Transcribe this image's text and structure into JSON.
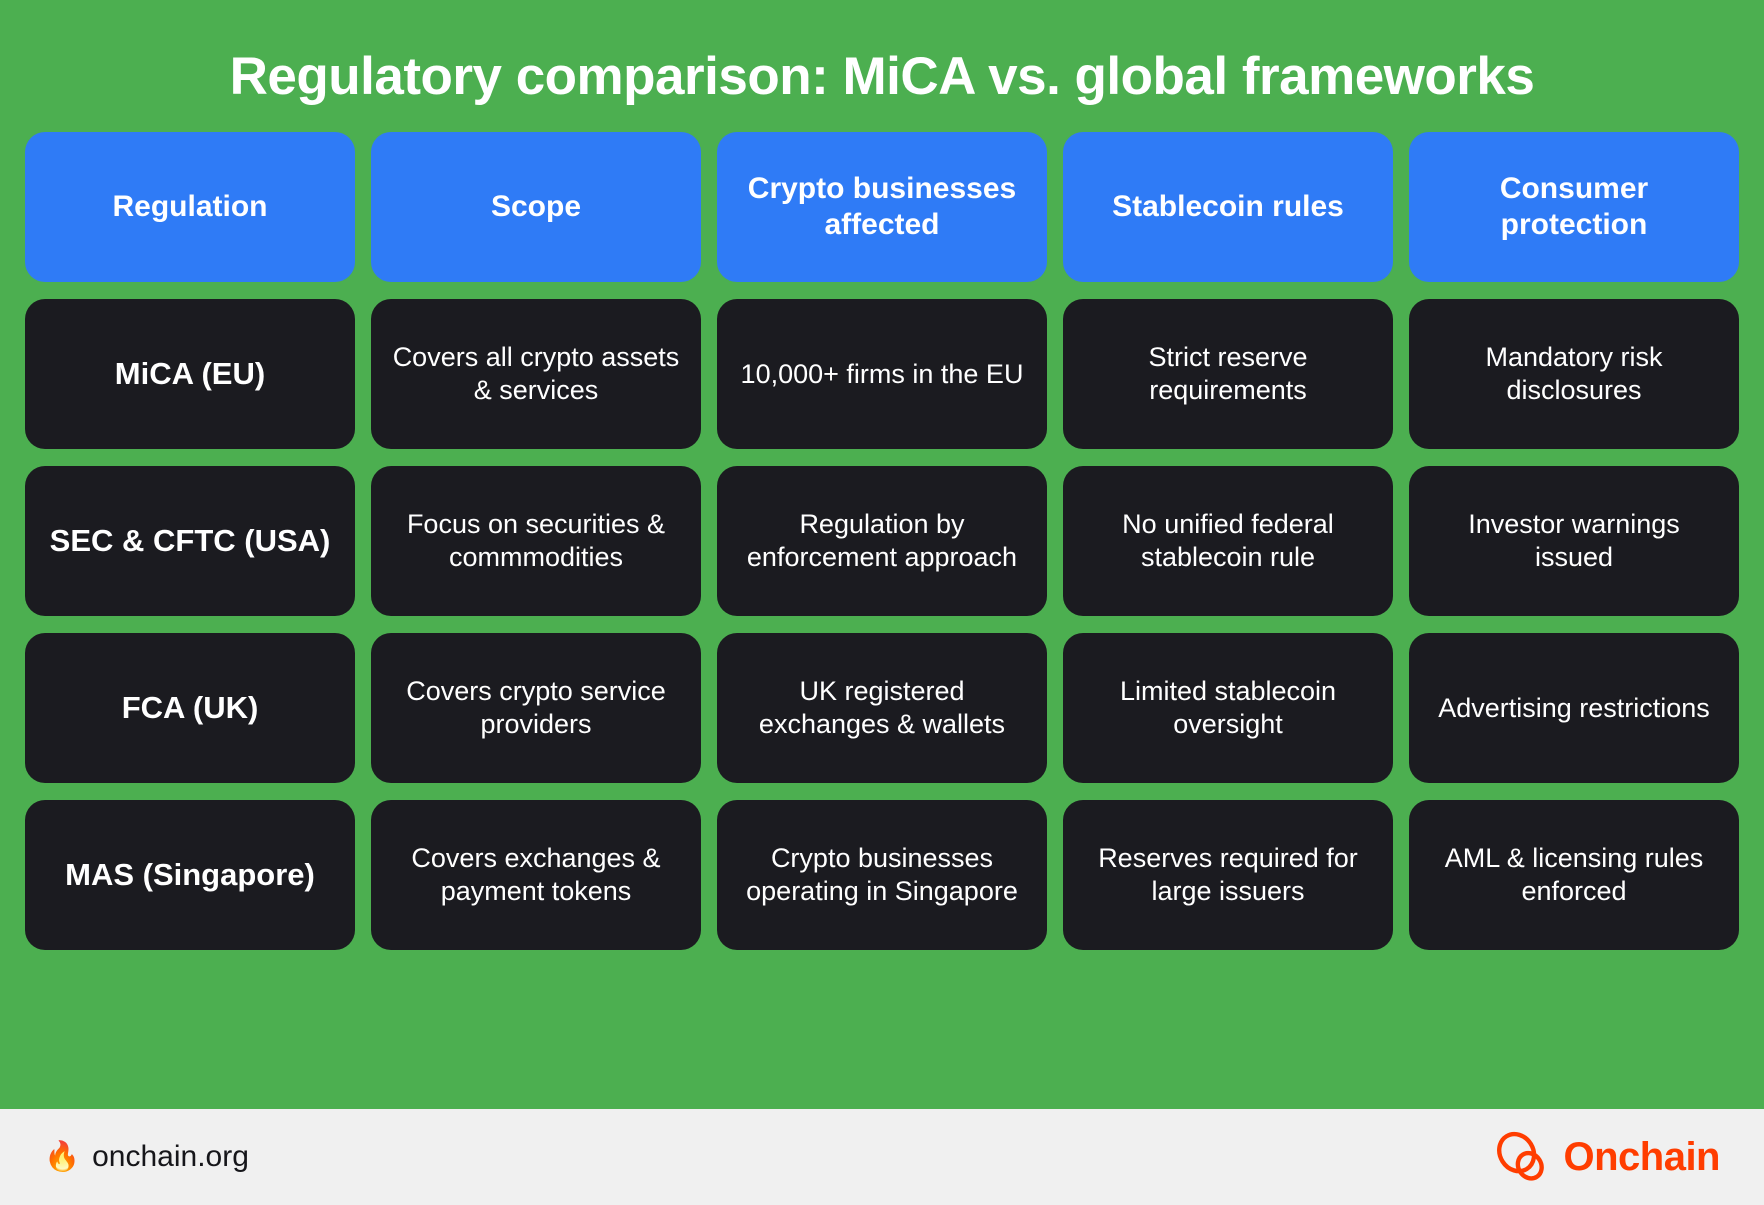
{
  "title": "Regulatory comparison: MiCA vs. global frameworks",
  "colors": {
    "background": "#4CAF50",
    "header_cell": "#2F7BF6",
    "data_cell": "#1B1B20",
    "text_light": "#FFFFFF",
    "footer_background": "#F0F0F0",
    "brand": "#FF3D00"
  },
  "table": {
    "headers": [
      "Regulation",
      "Scope",
      "Crypto businesses affected",
      "Stablecoin rules",
      "Consumer protection"
    ],
    "rows": [
      {
        "regulation": "MiCA (EU)",
        "scope": "Covers all crypto assets & services",
        "businesses": "10,000+ firms in the EU",
        "stablecoin": "Strict reserve requirements",
        "consumer": "Mandatory risk disclosures"
      },
      {
        "regulation": "SEC & CFTC (USA)",
        "scope": "Focus on securities & commmodities",
        "businesses": "Regulation by enforcement approach",
        "stablecoin": "No unified federal stablecoin rule",
        "consumer": "Investor warnings issued"
      },
      {
        "regulation": "FCA (UK)",
        "scope": "Covers crypto service providers",
        "businesses": "UK registered exchanges & wallets",
        "stablecoin": "Limited stablecoin oversight",
        "consumer": "Advertising restrictions"
      },
      {
        "regulation": "MAS (Singapore)",
        "scope": "Covers exchanges & payment tokens",
        "businesses": "Crypto businesses operating in Singapore",
        "stablecoin": "Reserves required for large issuers",
        "consumer": "AML & licensing rules enforced"
      }
    ]
  },
  "footer": {
    "flame_icon": "🔥",
    "site": "onchain.org",
    "brand": "Onchain"
  }
}
